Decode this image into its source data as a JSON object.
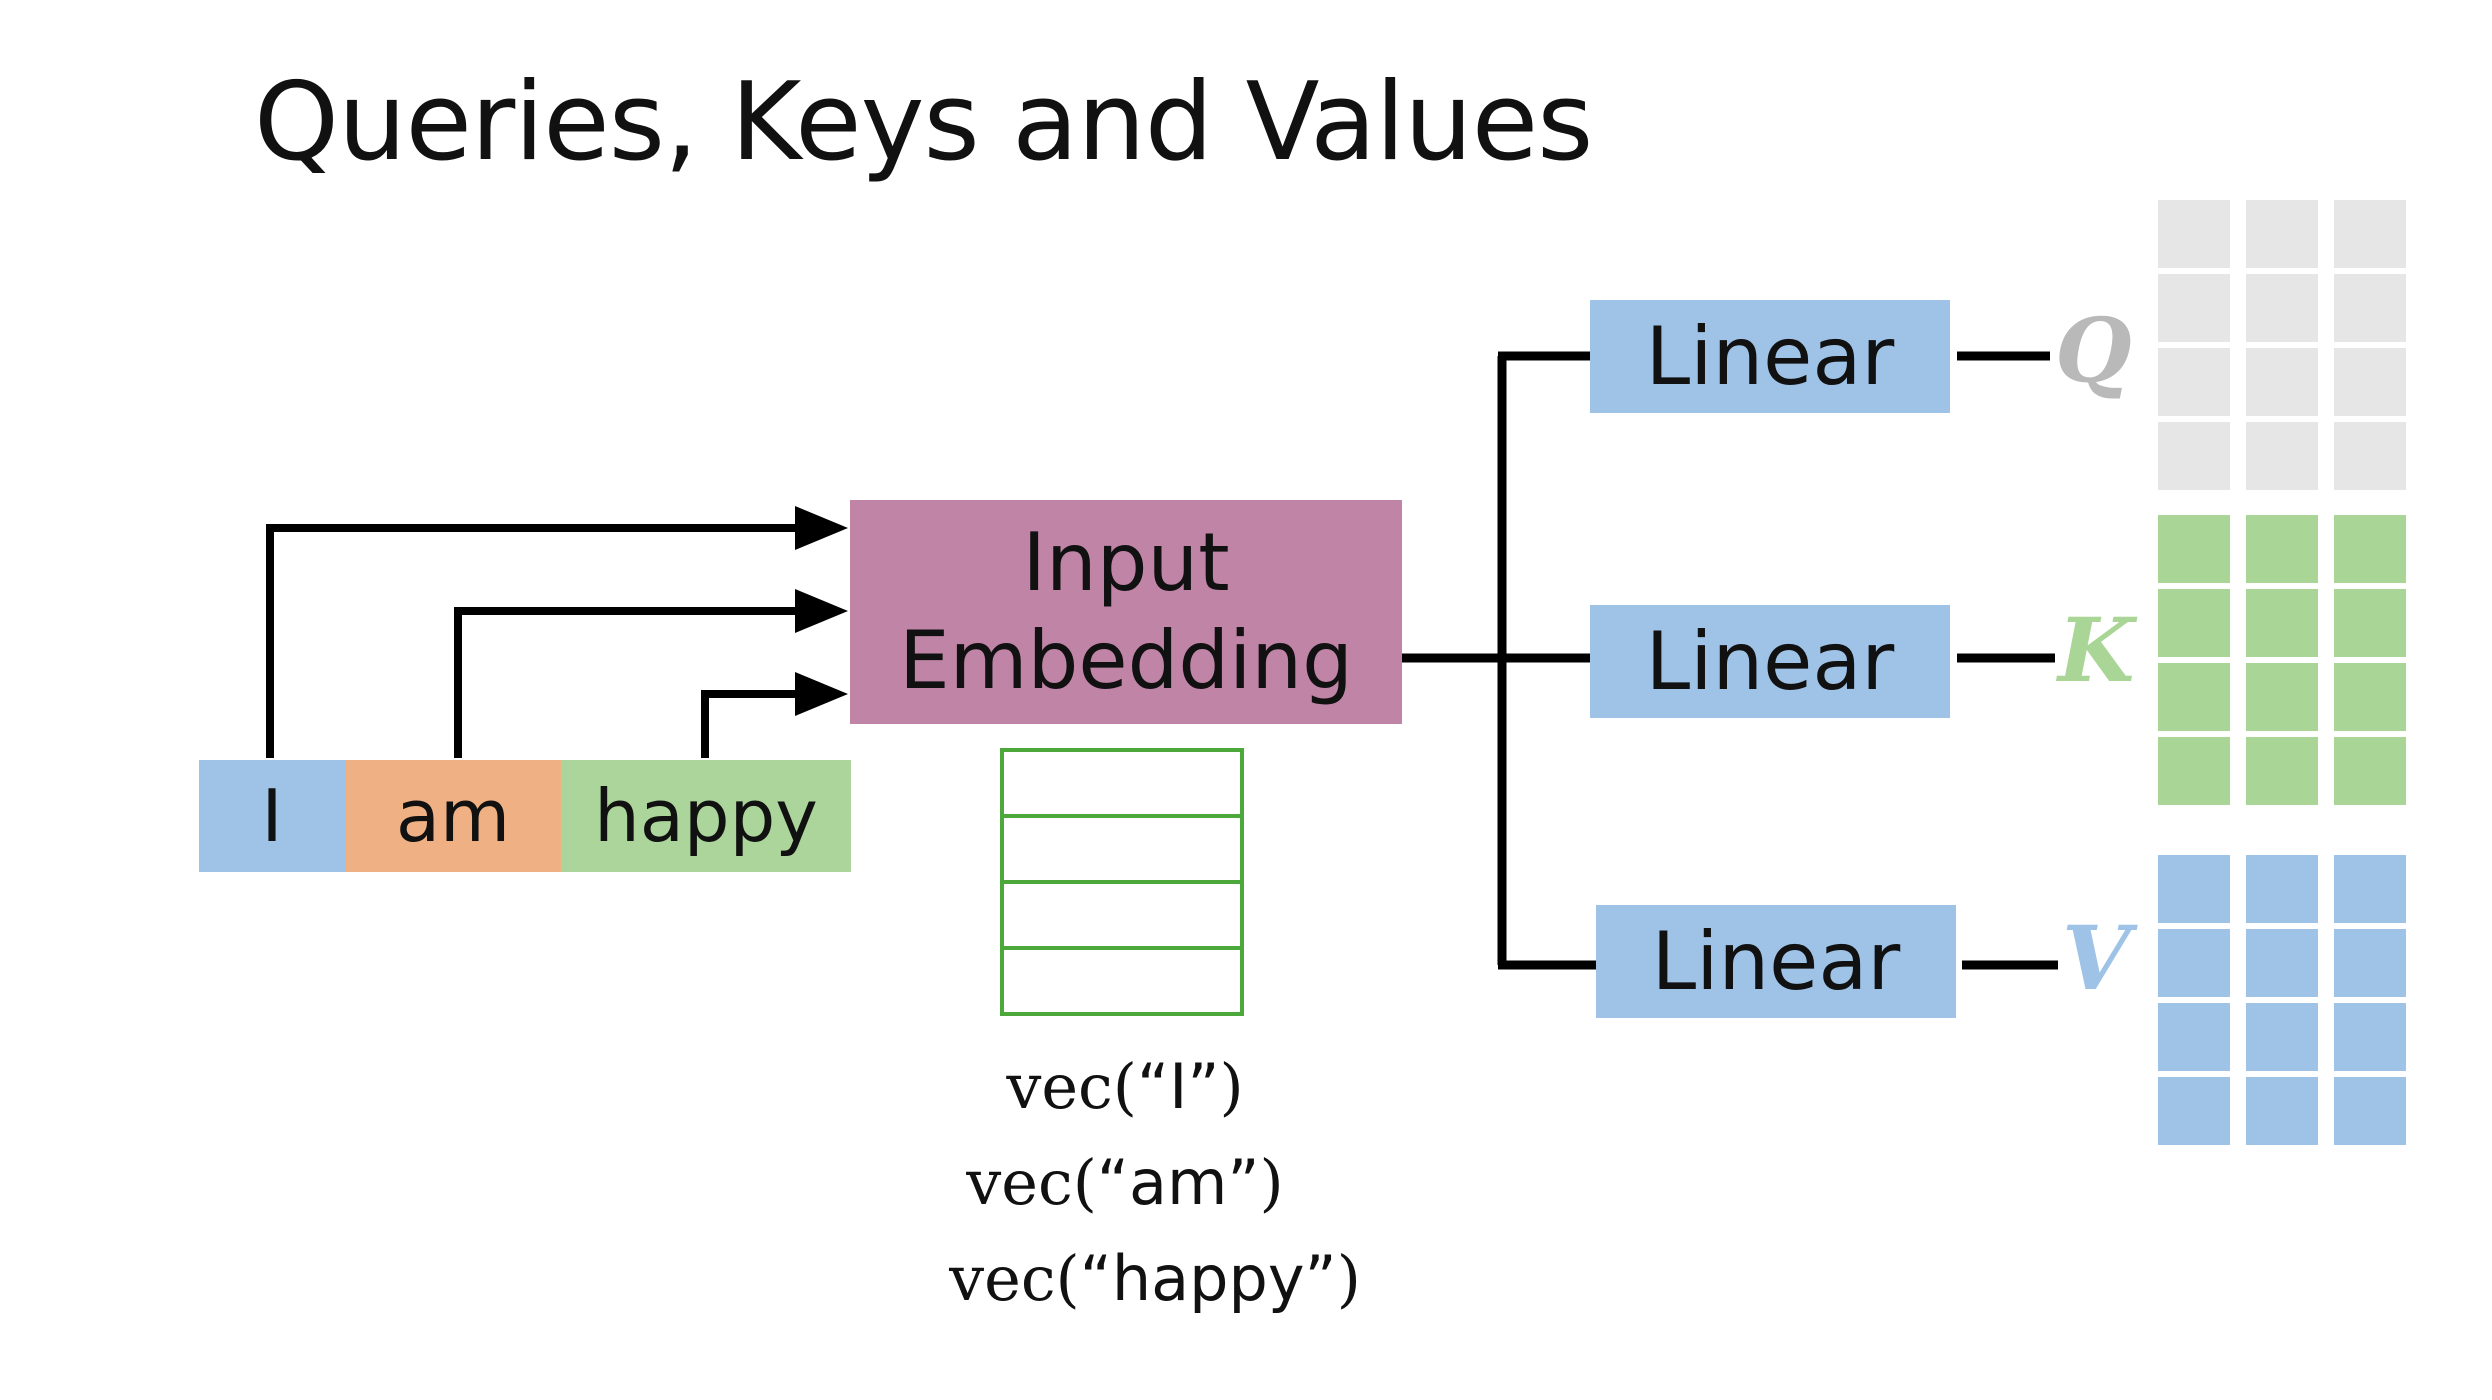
{
  "title": "Queries, Keys and Values",
  "tokens": [
    {
      "label": "I",
      "color": "#9fc3e7"
    },
    {
      "label": "am",
      "color": "#efb183"
    },
    {
      "label": "happy",
      "color": "#abd59a"
    }
  ],
  "embedding": {
    "line1": "Input",
    "line2": "Embedding",
    "color": "#c084a7"
  },
  "vectors": [
    {
      "fn": "vec(",
      "word": "“I”",
      "close": ")"
    },
    {
      "fn": "vec(",
      "word": "“am”",
      "close": ")"
    },
    {
      "fn": "vec(",
      "word": "“happy”",
      "close": ")"
    }
  ],
  "linear_label": "Linear",
  "outputs": [
    {
      "symbol": "Q",
      "color": "#b9b9b9",
      "matrix_color": "#e6e6e6"
    },
    {
      "symbol": "K",
      "color": "#a9d596",
      "matrix_color": "#a9d596"
    },
    {
      "symbol": "V",
      "color": "#9fc3e7",
      "matrix_color": "#9fc3e7"
    }
  ],
  "vector_cell_border": "#4ca83a"
}
